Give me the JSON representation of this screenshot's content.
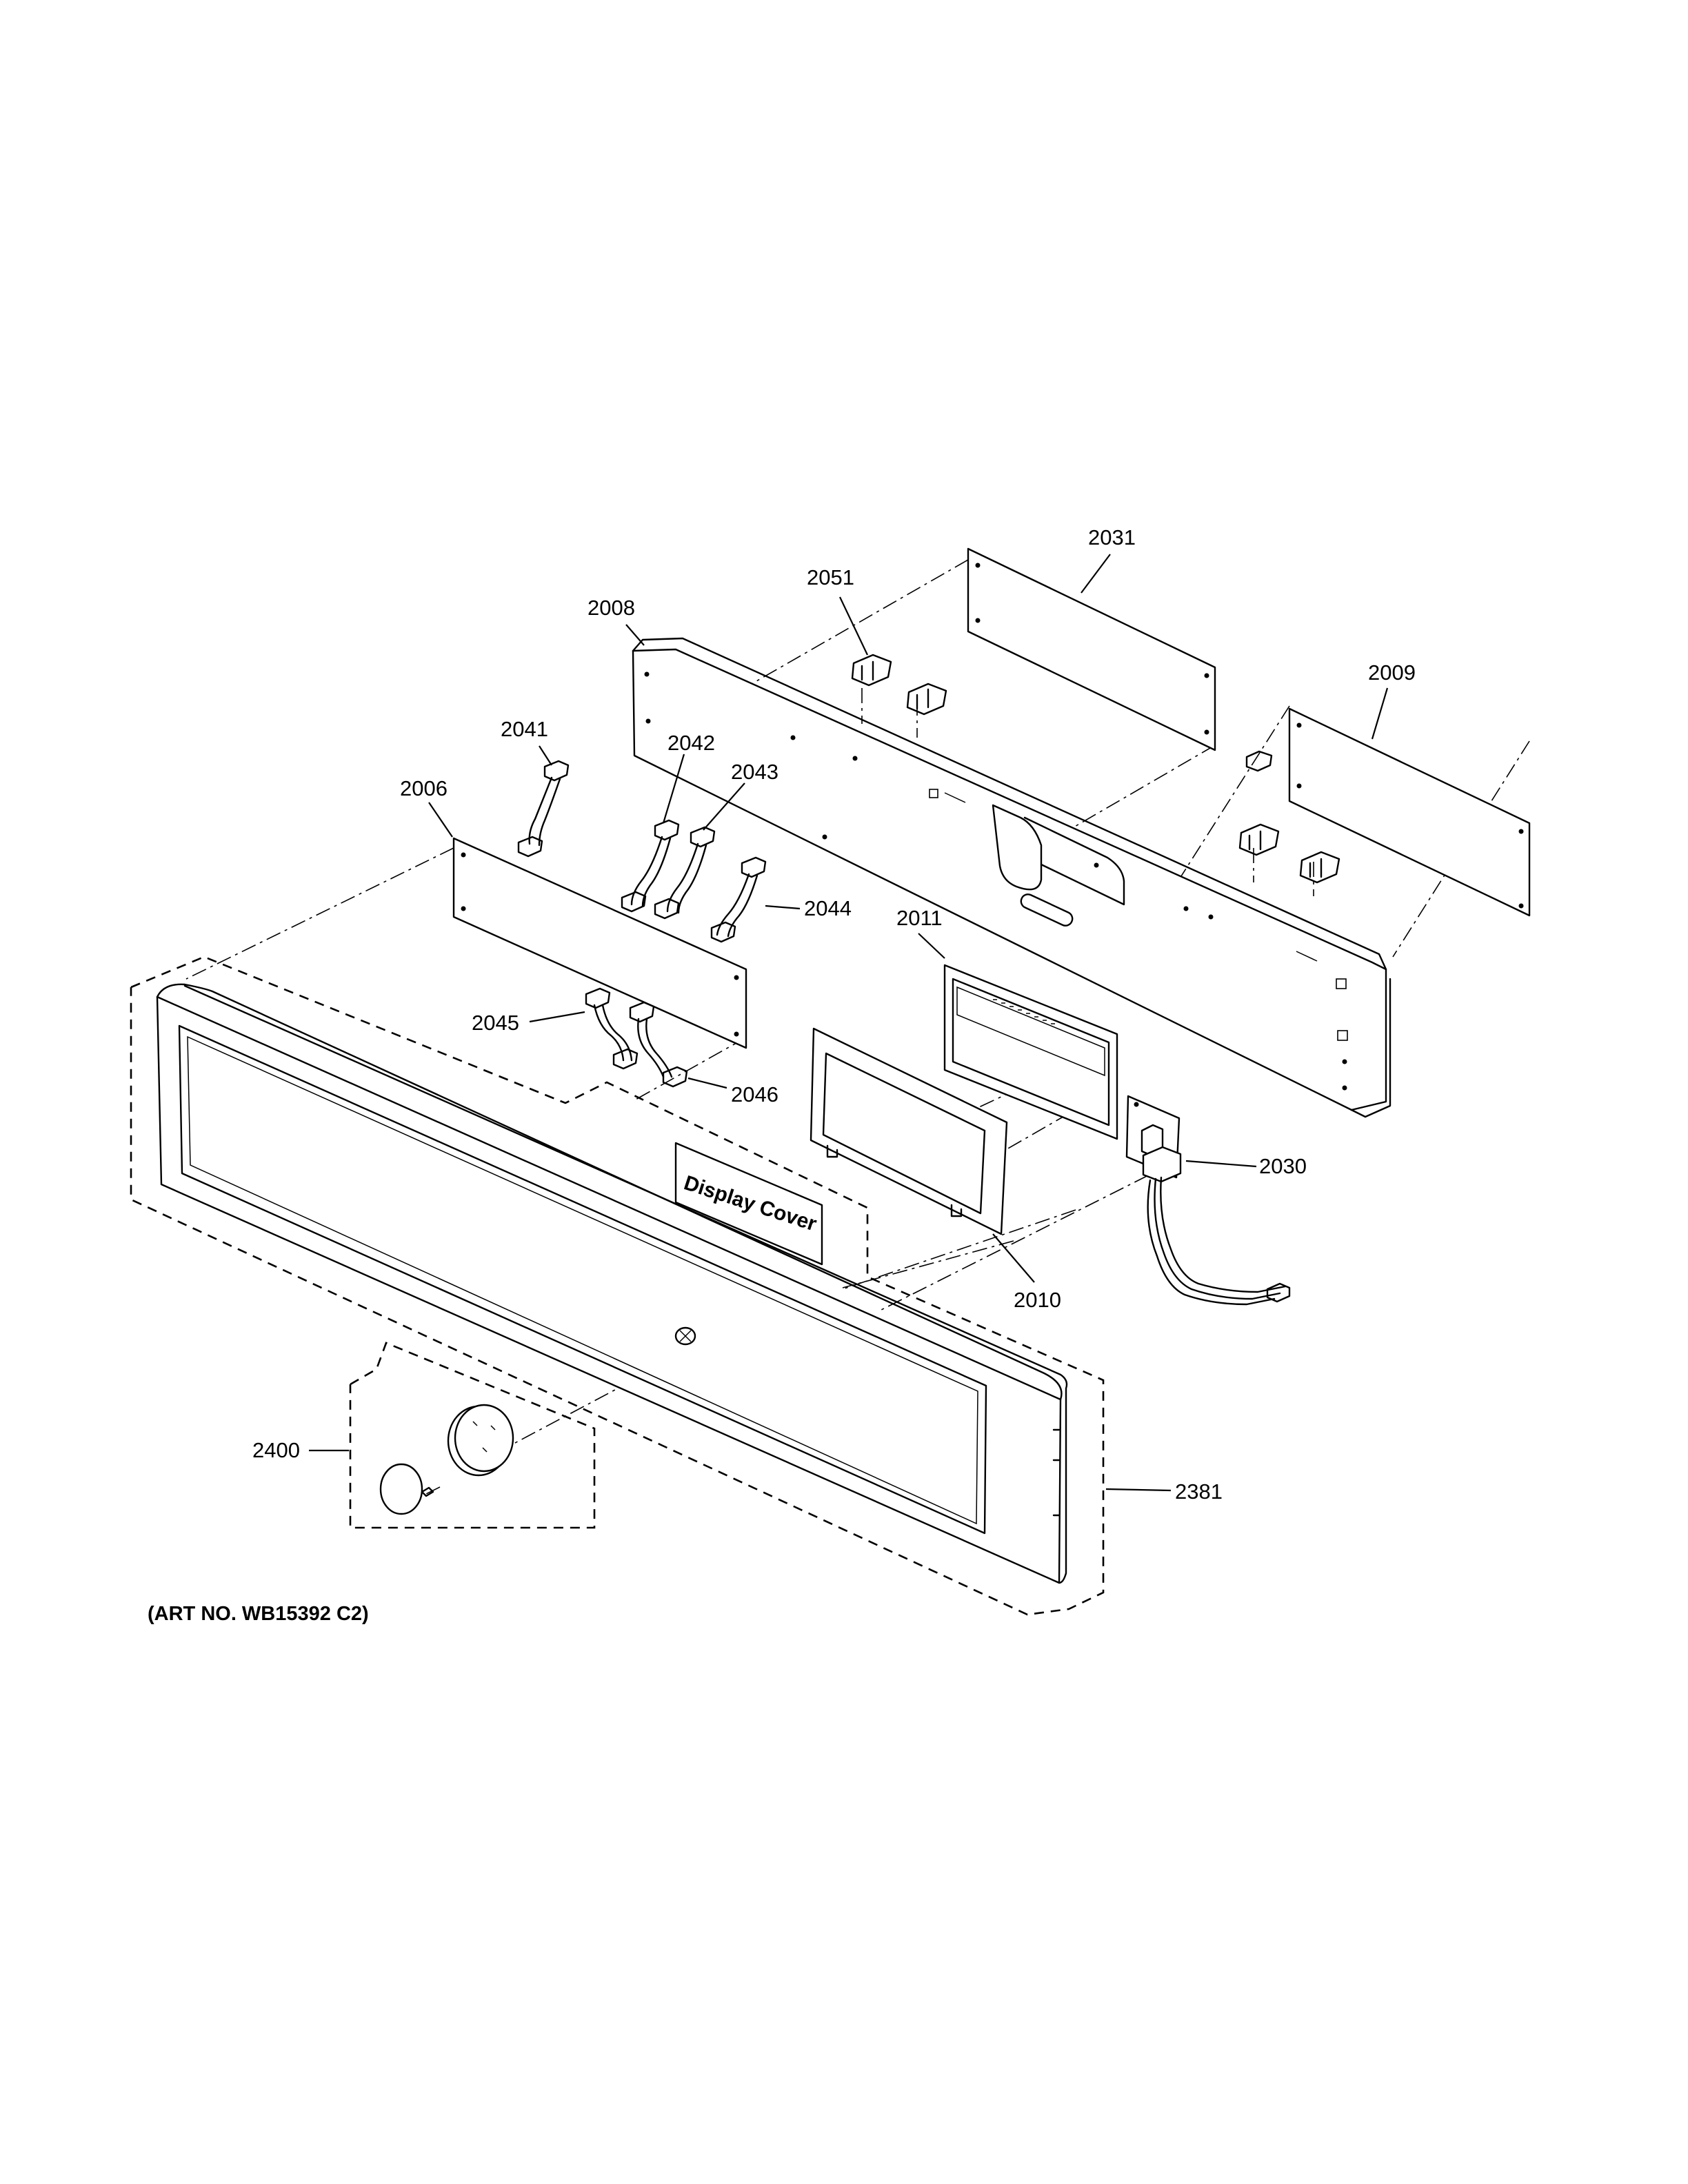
{
  "diagram": {
    "callouts": {
      "c2031": "2031",
      "c2051": "2051",
      "c2008": "2008",
      "c2009": "2009",
      "c2041": "2041",
      "c2042": "2042",
      "c2043": "2043",
      "c2006": "2006",
      "c2044": "2044",
      "c2011": "2011",
      "c2045": "2045",
      "c2046": "2046",
      "c2030": "2030",
      "c2010": "2010",
      "c2400": "2400",
      "c2381": "2381"
    },
    "display_cover_label": "Display Cover",
    "art_number": "(ART NO. WB15392 C2)"
  }
}
